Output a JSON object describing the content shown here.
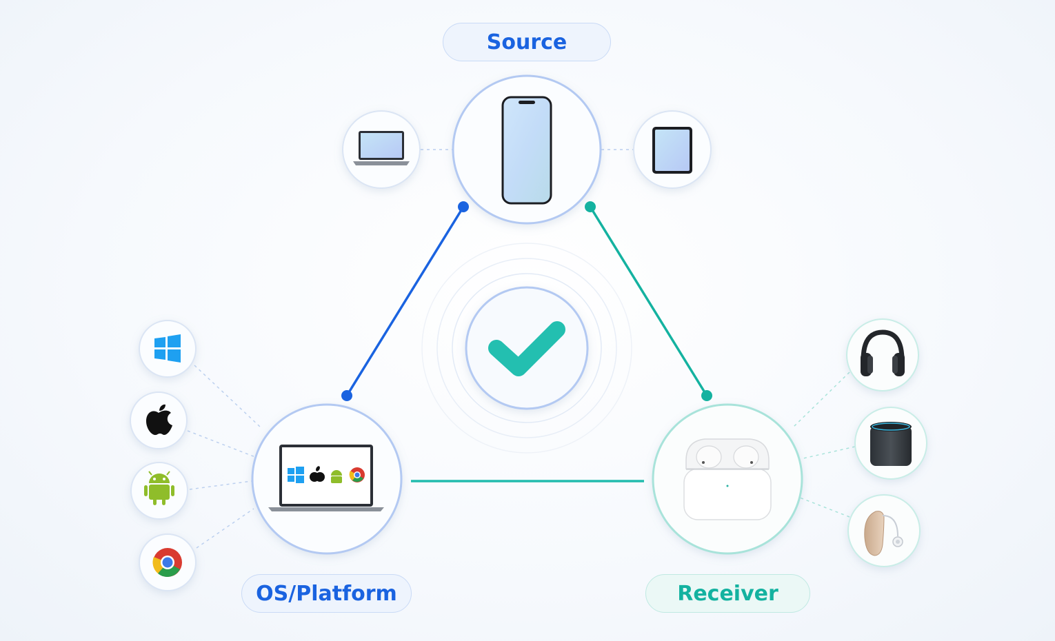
{
  "labels": {
    "source": "Source",
    "os_platform": "OS/Platform",
    "receiver": "Receiver"
  },
  "center": {
    "icon": "checkmark-icon"
  },
  "source_devices": [
    "laptop-icon",
    "smartphone-icon",
    "tablet-icon"
  ],
  "os_platforms": [
    "windows-icon",
    "apple-icon",
    "android-icon",
    "chrome-icon"
  ],
  "receiver_devices": [
    "headphones-icon",
    "smart-speaker-icon",
    "hearing-aid-icon",
    "earbuds-case-icon"
  ],
  "colors": {
    "blue": "#1a63e0",
    "teal": "#14b2a0",
    "blue_ring": "#b7cdf3",
    "teal_ring": "#a8e3da"
  }
}
